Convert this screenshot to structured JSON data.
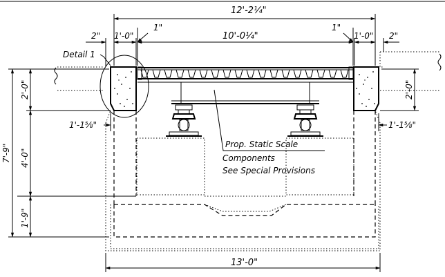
{
  "dimensions": {
    "overall_top": "12'-2¼\"",
    "left_edge": "2\"",
    "left_curb": "1'-0\"",
    "left_gap": "1\"",
    "deck_width": "10'-0¼\"",
    "right_gap": "1\"",
    "right_curb": "1'-0\"",
    "right_edge": "2\"",
    "left_wall_height": "2'-0\"",
    "right_wall_height": "2'-0\"",
    "left_ledge": "1'-1⅝\"",
    "right_ledge": "1'-1⅝\"",
    "total_height": "7'-9\"",
    "pit_depth": "4'-0\"",
    "footing_depth": "1'-9\"",
    "bottom_width": "13'-0\""
  },
  "labels": {
    "detail": "Detail 1",
    "note_line1": "Prop. Static Scale",
    "note_line2": "Components",
    "note_line3": "See Special Provisions"
  }
}
